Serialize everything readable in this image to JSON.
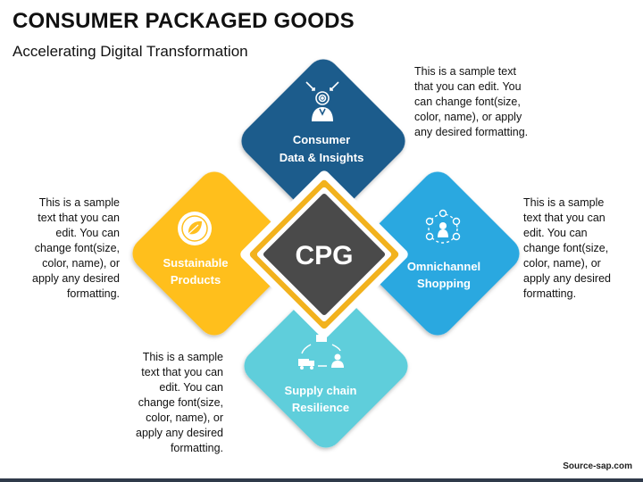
{
  "header": {
    "title": "CONSUMER PACKAGED GOODS",
    "subtitle": "Accelerating Digital Transformation"
  },
  "center": {
    "label": "CPG",
    "color": "#4a4a4a"
  },
  "petals": [
    {
      "id": "top",
      "line1": "Consumer",
      "line2": "Data & Insights",
      "color": "#1e5b8c",
      "icon": "target-person-icon"
    },
    {
      "id": "left",
      "line1": "Sustainable",
      "line2": "Products",
      "color": "#ffbf1f",
      "icon": "eco-leaf-badge-icon"
    },
    {
      "id": "right",
      "line1": "Omnichannel",
      "line2": "Shopping",
      "color": "#29a8e0",
      "icon": "shopping-network-icon"
    },
    {
      "id": "bottom",
      "line1": "Supply chain",
      "line2": "Resilience",
      "color": "#5fcedb",
      "icon": "supply-cycle-icon"
    }
  ],
  "notes": {
    "top": [
      "This is a sample text",
      "that you can edit. You",
      "can change font(size,",
      "color, name), or apply",
      "any desired formatting."
    ],
    "left": [
      "This is a sample",
      "text that you can",
      "edit. You can",
      "change font(size,",
      "color, name), or",
      "apply any desired",
      "formatting."
    ],
    "right": [
      "This is a sample",
      "text that you can",
      "edit. You can",
      "change font(size,",
      "color, name), or",
      "apply any desired",
      "formatting."
    ],
    "bottom": [
      "This is a sample",
      "text that you can",
      "edit. You can",
      "change font(size,",
      "color, name), or",
      "apply any desired",
      "formatting."
    ]
  },
  "footer": {
    "source": "Source-sap.com"
  }
}
